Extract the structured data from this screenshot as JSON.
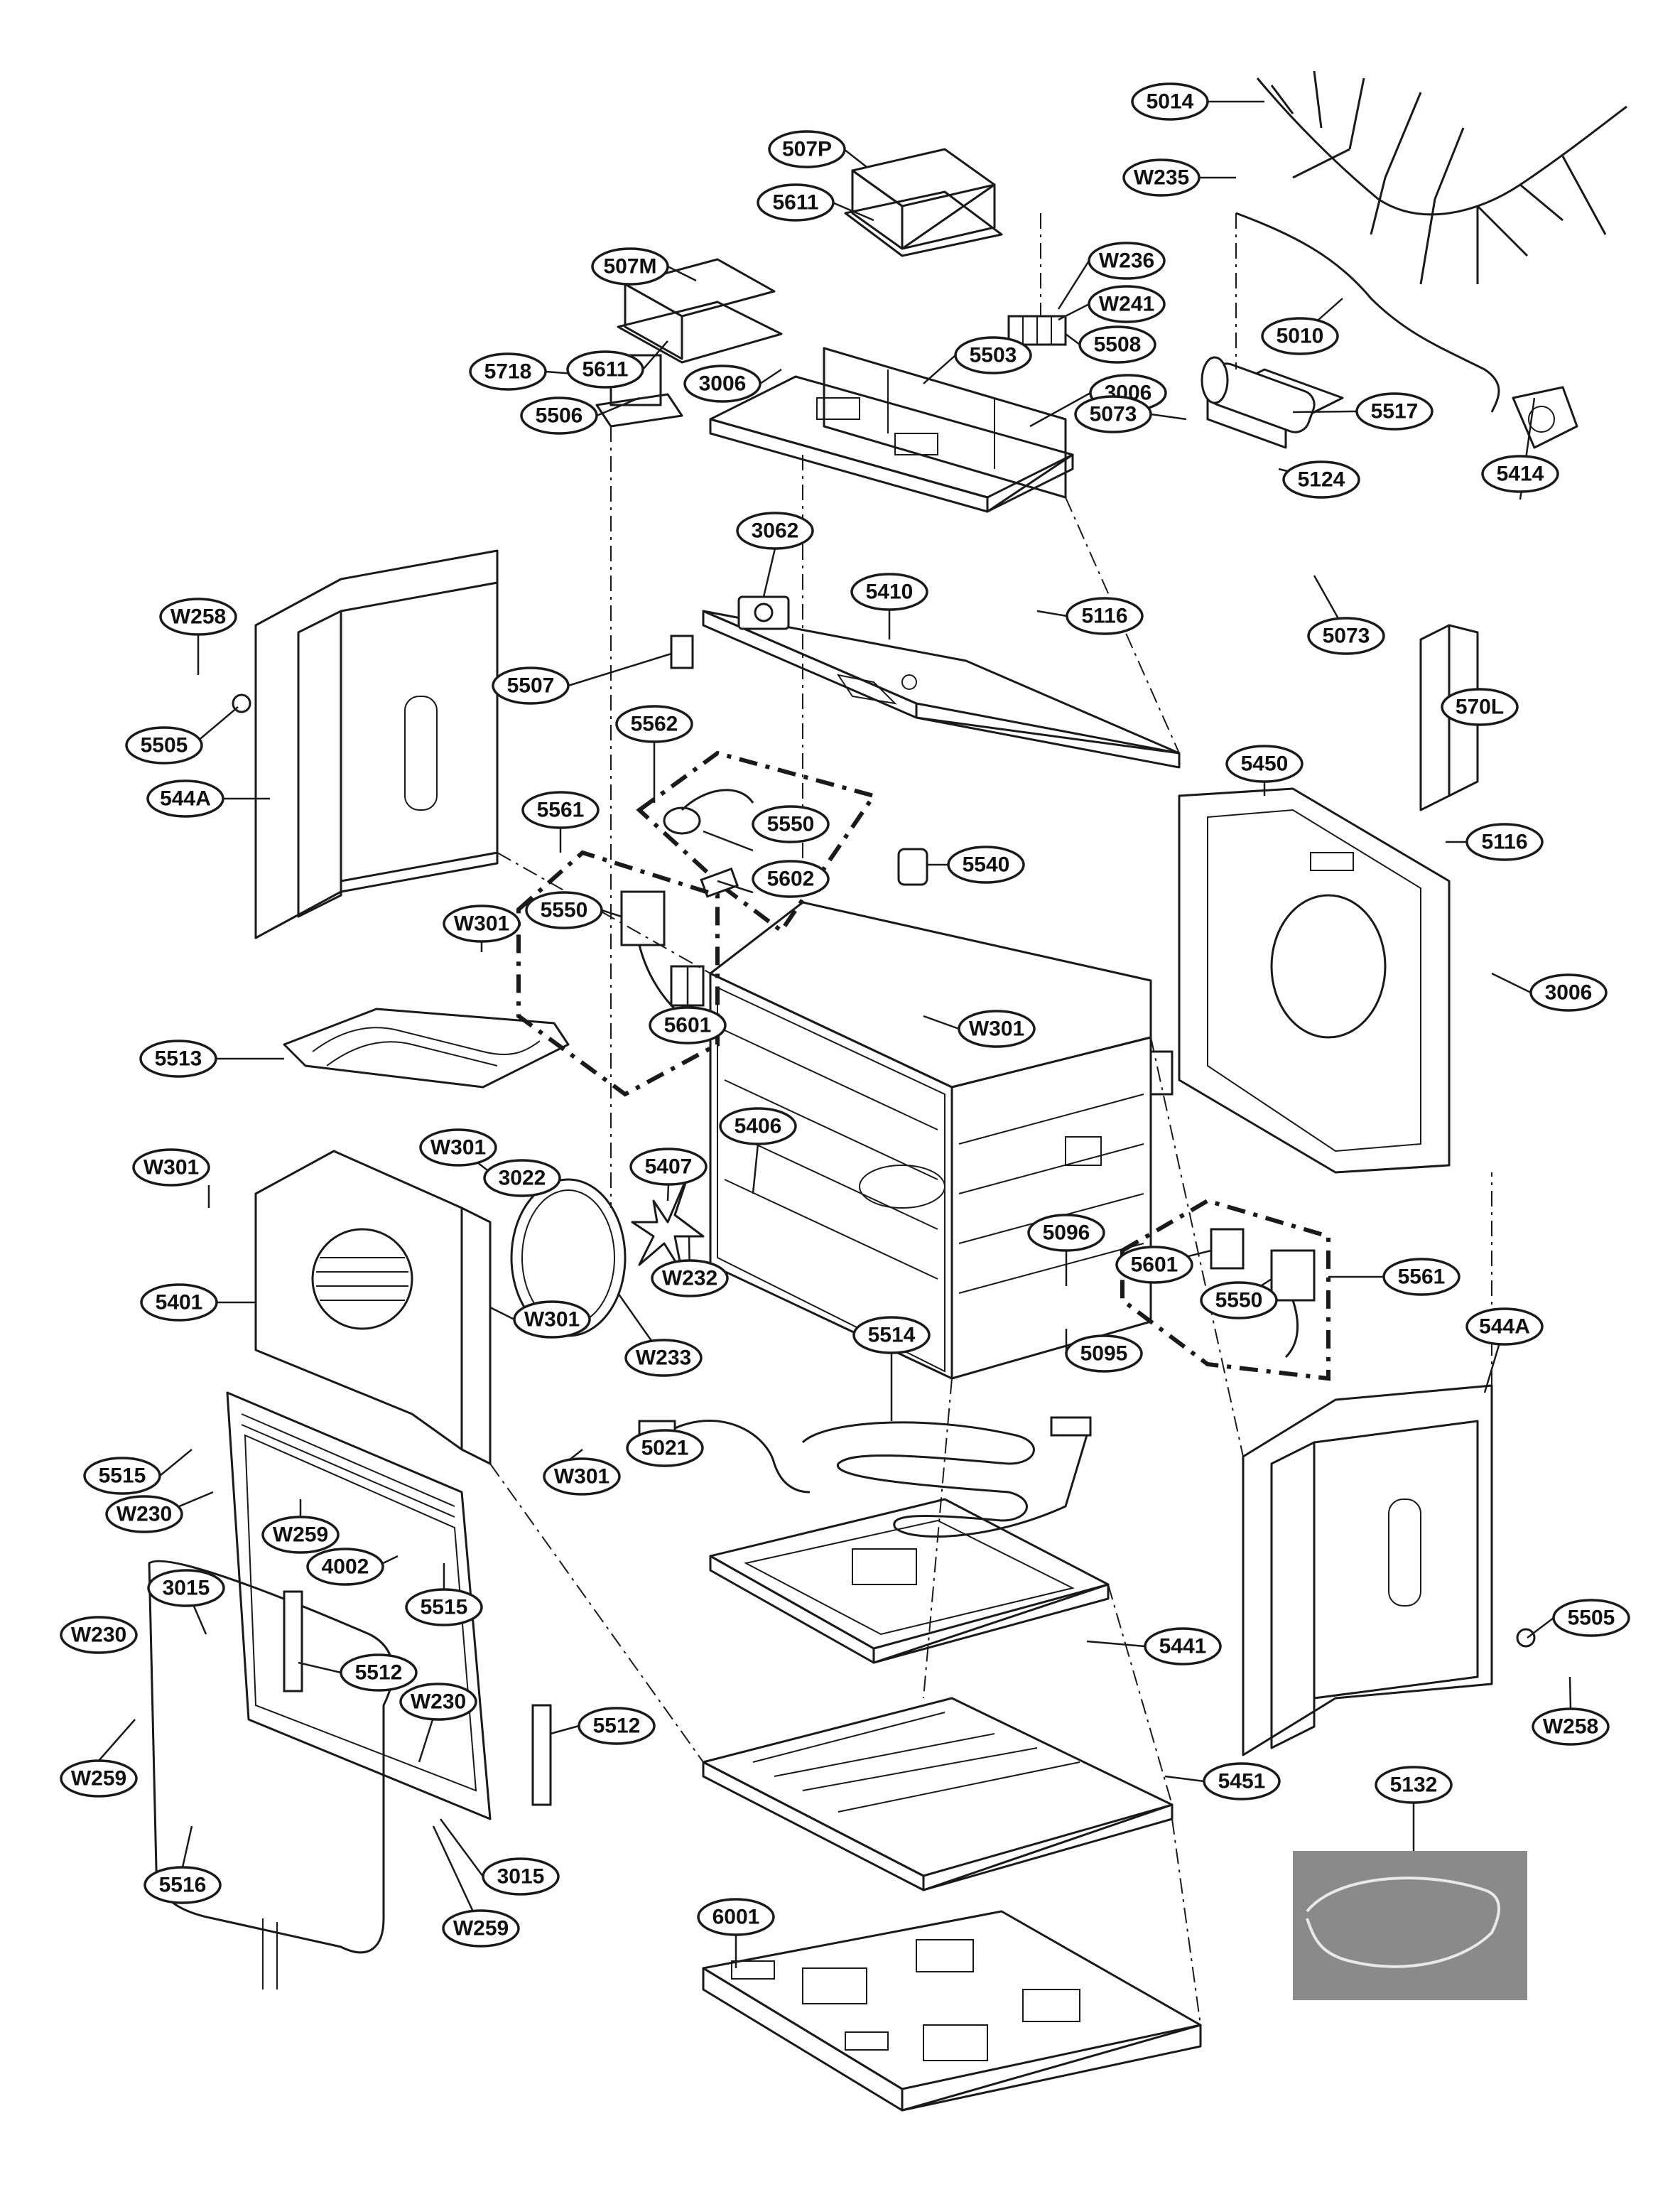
{
  "diagram": {
    "labels": {
      "5014": "5014",
      "W235": "W235",
      "507P": "507P",
      "5611a": "5611",
      "507M": "507M",
      "W236": "W236",
      "W241": "W241",
      "5508": "5508",
      "5611b": "5611",
      "3006a": "3006",
      "5503": "5503",
      "5010": "5010",
      "3006b": "3006",
      "5517": "5517",
      "5718": "5718",
      "5124": "5124",
      "5414": "5414",
      "5073a": "5073",
      "5506": "5506",
      "3062": "3062",
      "5410": "5410",
      "W258a": "W258",
      "5116a": "5116",
      "5073b": "5073",
      "5507": "5507",
      "570L": "570L",
      "5505a": "5505",
      "5562": "5562",
      "544Aa": "544A",
      "5450": "5450",
      "5561a": "5561",
      "5550a": "5550",
      "5116b": "5116",
      "5602": "5602",
      "5540": "5540",
      "5550b": "5550",
      "W301a": "W301",
      "3006c": "3006",
      "5601a": "5601",
      "5513": "5513",
      "W301b": "W301",
      "5406": "5406",
      "W301c": "W301",
      "3022": "3022",
      "5407": "5407",
      "W301d": "W301",
      "W232": "W232",
      "5096": "5096",
      "5561b": "5561",
      "5601b": "5601",
      "5550c": "5550",
      "5401": "5401",
      "W301e": "W301",
      "W233": "W233",
      "5095": "5095",
      "5514": "5514",
      "544Ab": "544A",
      "5515a": "5515",
      "W301f": "W301",
      "5021": "5021",
      "W230a": "W230",
      "W259a": "W259",
      "4002": "4002",
      "5515b": "5515",
      "3015a": "3015",
      "5441": "5441",
      "5505b": "5505",
      "W230b": "W230",
      "5512a": "5512",
      "W258b": "W258",
      "W230c": "W230",
      "5512b": "5512",
      "W259b": "W259",
      "5451": "5451",
      "5132": "5132",
      "5516": "5516",
      "3015b": "3015",
      "W259c": "W259",
      "6001": "6001"
    }
  }
}
